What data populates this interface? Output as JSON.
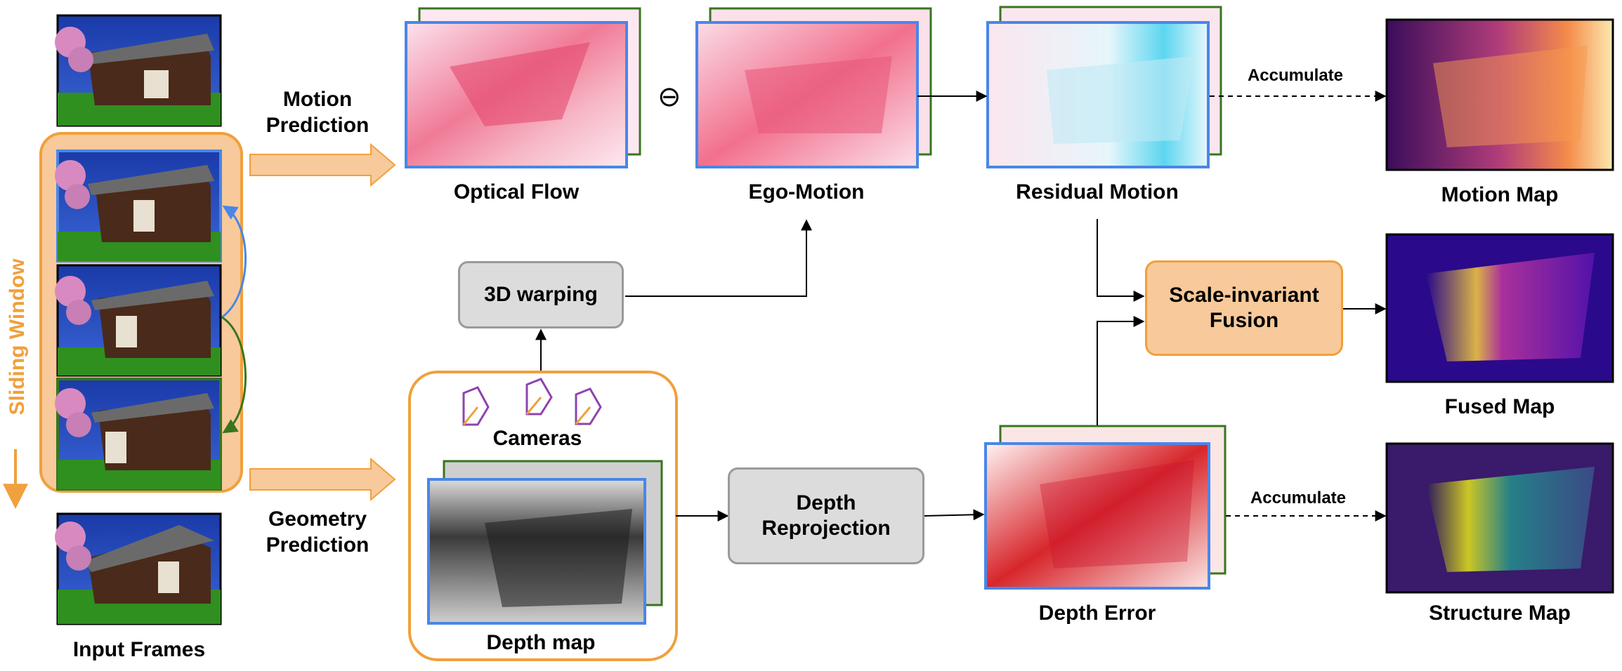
{
  "labels": {
    "motion_prediction_1": "Motion",
    "motion_prediction_2": "Prediction",
    "geometry_prediction_1": "Geometry",
    "geometry_prediction_2": "Prediction",
    "sliding_window": "Sliding Window",
    "input_frames": "Input Frames",
    "optical_flow": "Optical Flow",
    "ego_motion": "Ego-Motion",
    "residual_motion": "Residual Motion",
    "motion_map": "Motion Map",
    "fused_map": "Fused Map",
    "structure_map": "Structure Map",
    "depth_error": "Depth Error",
    "cameras": "Cameras",
    "depth_map": "Depth map",
    "accumulate_top": "Accumulate",
    "accumulate_bottom": "Accumulate",
    "minus_symbol": "⊖"
  },
  "boxes": {
    "warping": "3D warping",
    "reprojection_1": "Depth",
    "reprojection_2": "Reprojection",
    "fusion_1": "Scale-invariant",
    "fusion_2": "Fusion"
  },
  "colors": {
    "orange_accent": "#f0a03c",
    "orange_fill": "#f8c99a",
    "blue_frame": "#4a86e8",
    "green_frame": "#38761d",
    "gray_box": "#dcdcdc",
    "camera_purple": "#8e44ad"
  }
}
